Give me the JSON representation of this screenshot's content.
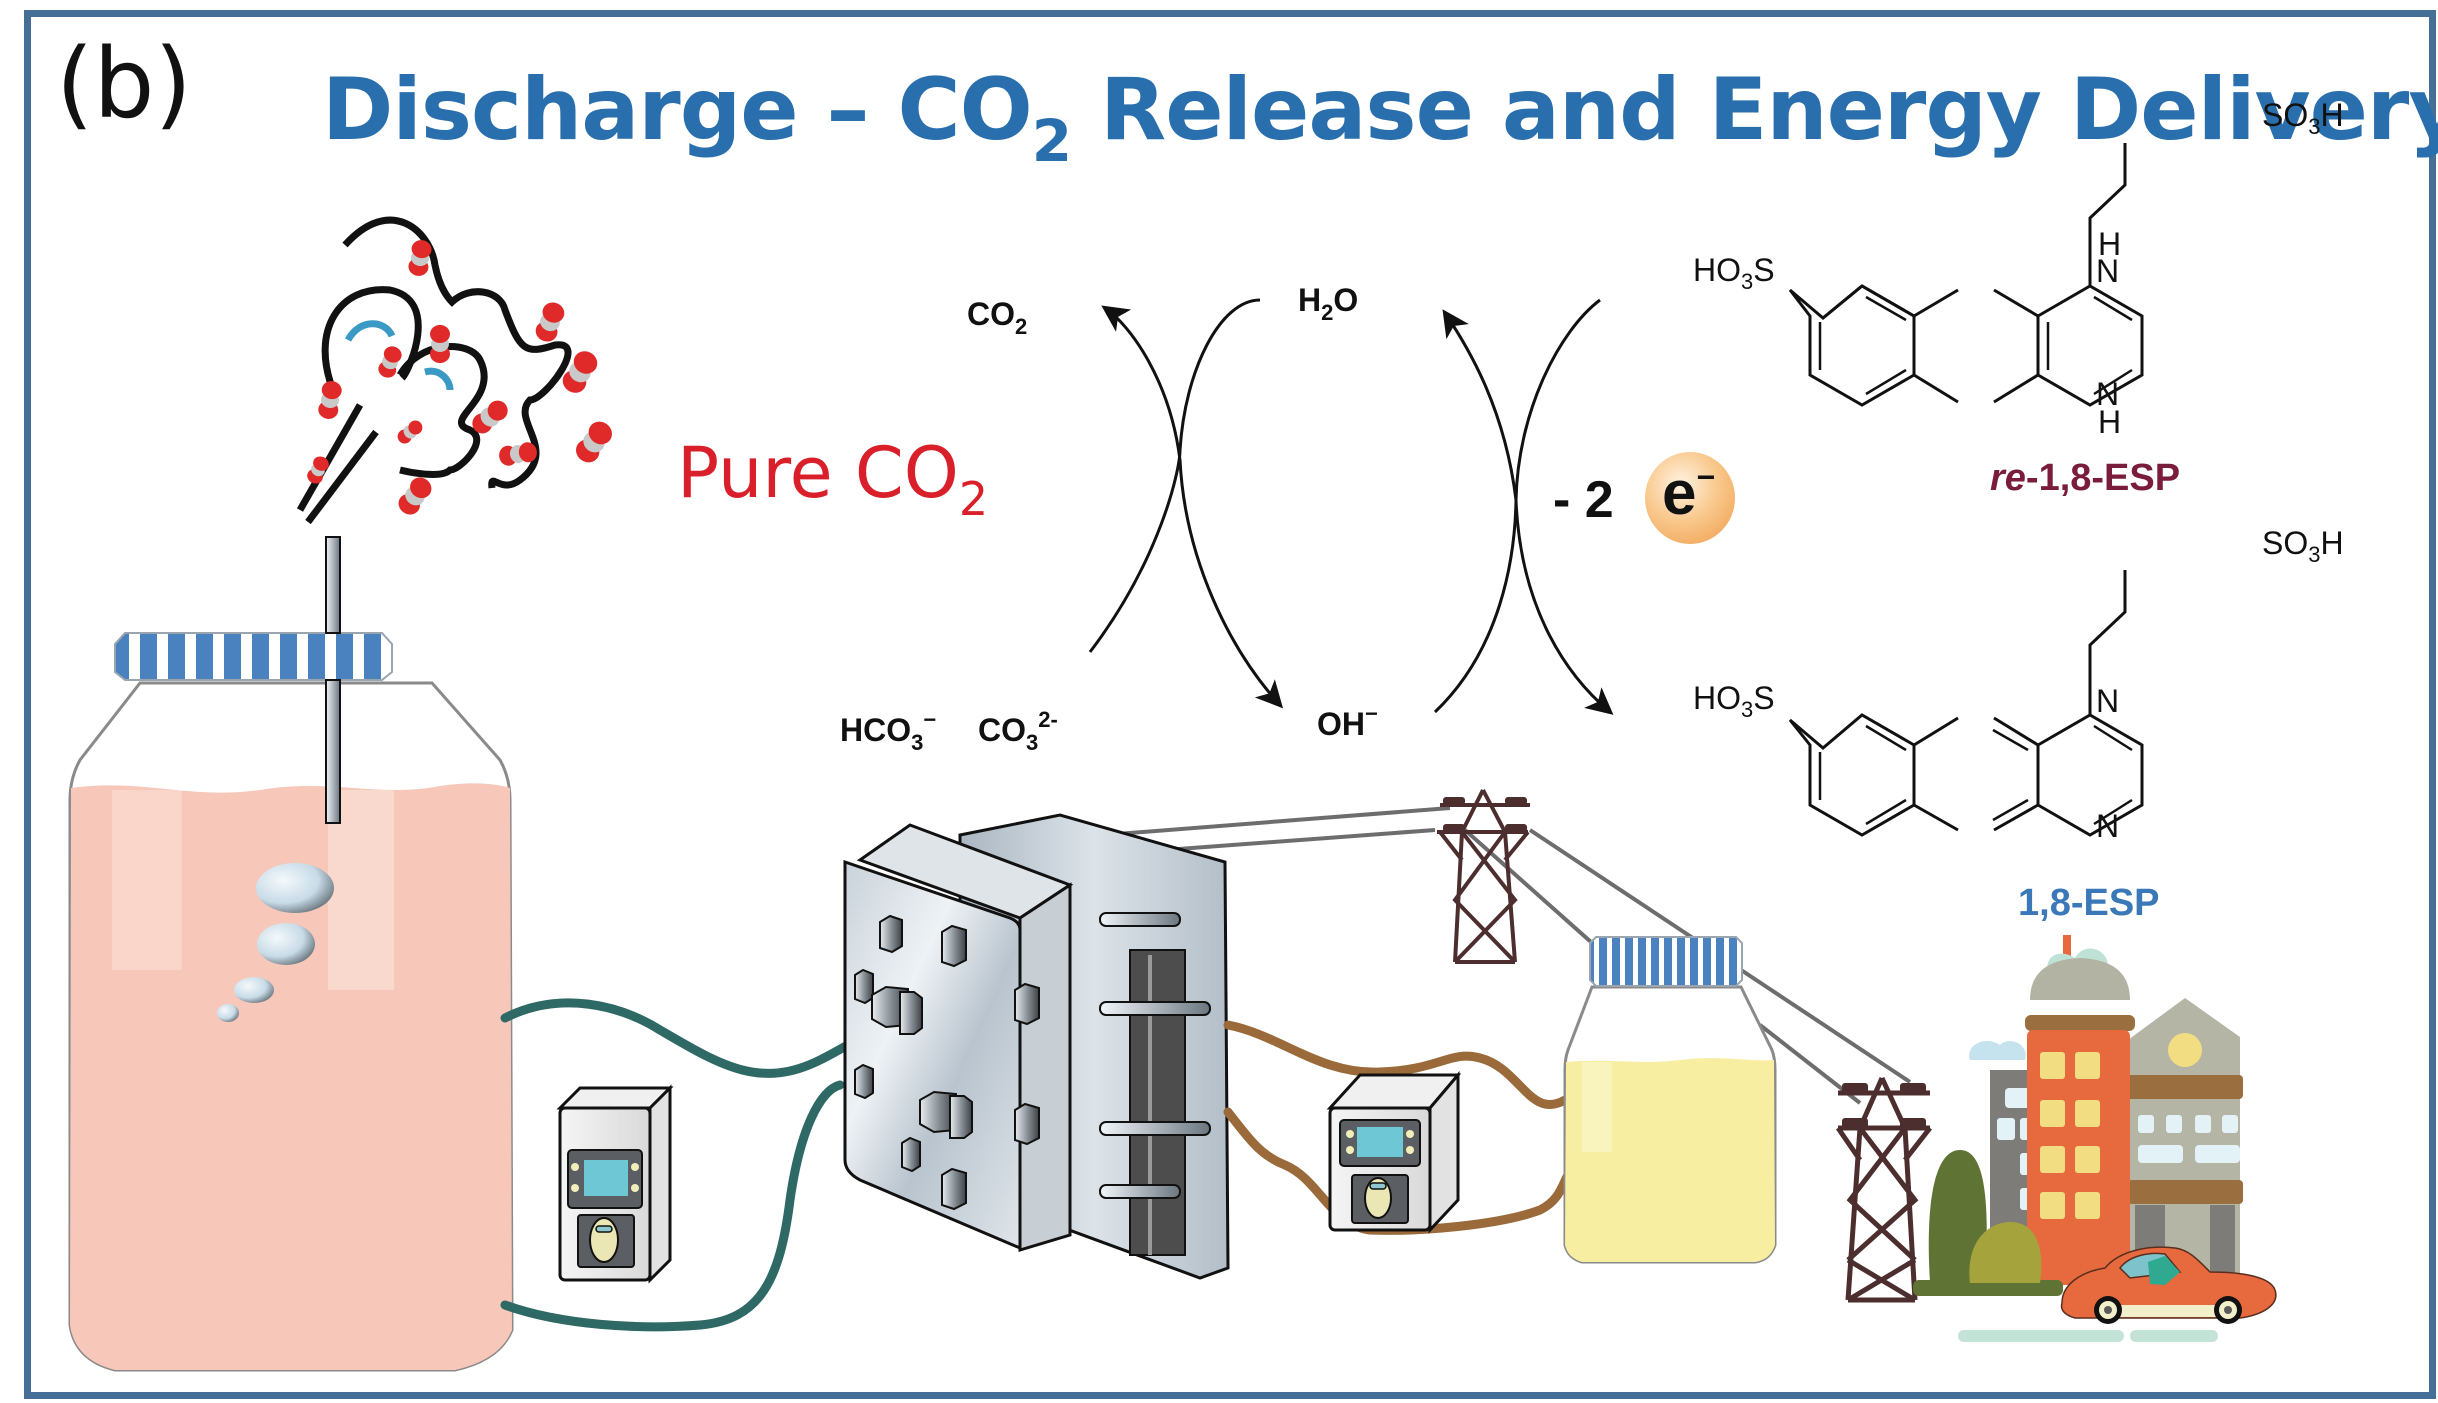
{
  "figure": {
    "panel_label": "(b)",
    "title": {
      "prefix": "Discharge – CO",
      "subscript": "2",
      "suffix": " Release and Energy Delivery"
    },
    "colors": {
      "frame": "#456f96",
      "title": "#2a6fad",
      "pure_co2": "#d9202a",
      "reduced_label": "#7a1d3c",
      "oxidized_label": "#3a78b8",
      "acid_jar_liquid": "#f7c7b9",
      "esp_jar_liquid": "#f7eea1",
      "cap_blue": "#4a82c0",
      "tube_teal": "#2e6966",
      "tube_brown": "#9b6a3a",
      "tower": "#4d2e2e"
    }
  },
  "gas_release": {
    "label_prefix": "Pure CO",
    "label_subscript": "2"
  },
  "reaction_cycle": {
    "left_top": {
      "base": "CO",
      "sub": "2"
    },
    "left_bottom_a": {
      "base": "HCO",
      "sub": "3",
      "sup": "−"
    },
    "left_bottom_b": {
      "base": "CO",
      "sub": "3",
      "sup": "2-"
    },
    "middle_top": {
      "base": "H",
      "sub": "2",
      "after": "O"
    },
    "middle_bottom": {
      "base": "OH",
      "sup": "−"
    },
    "electron_count": "- 2",
    "electron_symbol": "e",
    "electron_charge": "−"
  },
  "molecules": {
    "reduced": {
      "name_italic": "re",
      "name_rest": "-1,8-ESP",
      "group_top": {
        "base": "SO",
        "sub": "3",
        "after": "H"
      },
      "group_left": {
        "base": "HO",
        "sub": "3",
        "after": "S"
      },
      "n_top": "N",
      "h_top": "H",
      "n_bottom": "N",
      "h_bottom": "H"
    },
    "oxidized": {
      "name": "1,8-ESP",
      "group_top": {
        "base": "SO",
        "sub": "3",
        "after": "H"
      },
      "group_left": {
        "base": "HO",
        "sub": "3",
        "after": "S"
      },
      "n_top": "N",
      "n_bottom": "N"
    }
  },
  "apparatus": [
    {
      "name": "capture-solution-jar",
      "liquid": "pink"
    },
    {
      "name": "peristaltic-pump-left"
    },
    {
      "name": "flow-cell-stack"
    },
    {
      "name": "peristaltic-pump-right"
    },
    {
      "name": "esp-electrolyte-jar",
      "liquid": "yellow"
    },
    {
      "name": "power-transmission-towers",
      "count": 2
    },
    {
      "name": "city-with-car"
    }
  ]
}
